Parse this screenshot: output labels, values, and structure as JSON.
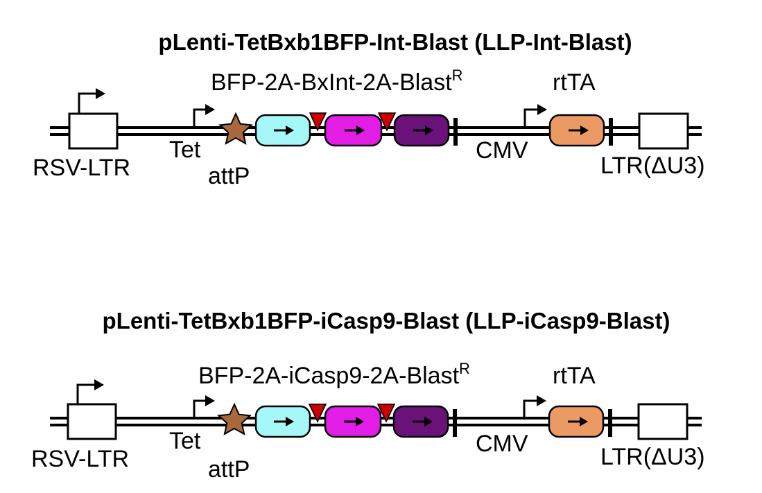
{
  "constructs": [
    {
      "title": "pLenti-TetBxb1BFP-Int-Blast (LLP-Int-Blast)",
      "cassette_label": "BFP-2A-BxInt-2A-Blast",
      "cassette_superscript": "R",
      "promoter_5ltr": "RSV-LTR",
      "promoter_tet": "Tet",
      "site": "attP",
      "promoter_cmv": "CMV",
      "gene_rtta": "rtTA",
      "ltr_3": "LTR(ΔU3)"
    },
    {
      "title": "pLenti-TetBxb1BFP-iCasp9-Blast (LLP-iCasp9-Blast)",
      "cassette_label": "BFP-2A-iCasp9-2A-Blast",
      "cassette_superscript": "R",
      "promoter_5ltr": "RSV-LTR",
      "promoter_tet": "Tet",
      "site": "attP",
      "promoter_cmv": "CMV",
      "gene_rtta": "rtTA",
      "ltr_3": "LTR(ΔU3)"
    }
  ],
  "colors": {
    "bfp": "#a6f7f7",
    "int_or_icasp9": "#e21ee6",
    "blast": "#6a127a",
    "rtta": "#ea9a62",
    "attp_star": "#a8693f",
    "2a_triangle": "#cc0000"
  }
}
